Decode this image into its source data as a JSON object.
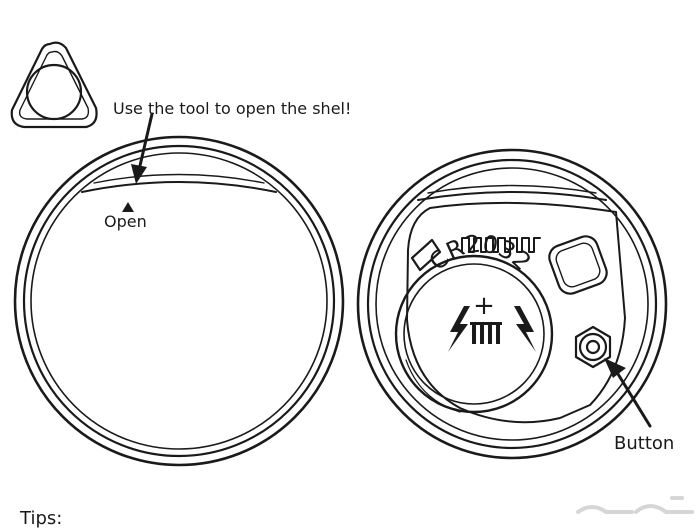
{
  "labels": {
    "tool_instruction": "Use the tool to open the shel!",
    "open_marker": "Open",
    "battery_model": "CR2032",
    "battery_polarity": "+",
    "button": "Button",
    "tips": "Tips:"
  },
  "icons": {
    "opening_tool": "triangle-opener-tool-icon",
    "open_marker": "up-triangle-icon",
    "button": "hex-nut-button-icon",
    "watermark": "haraj-logo-watermark"
  },
  "colors": {
    "line": "#1a1a1a",
    "background": "#ffffff",
    "watermark": "#d6d6d6"
  }
}
